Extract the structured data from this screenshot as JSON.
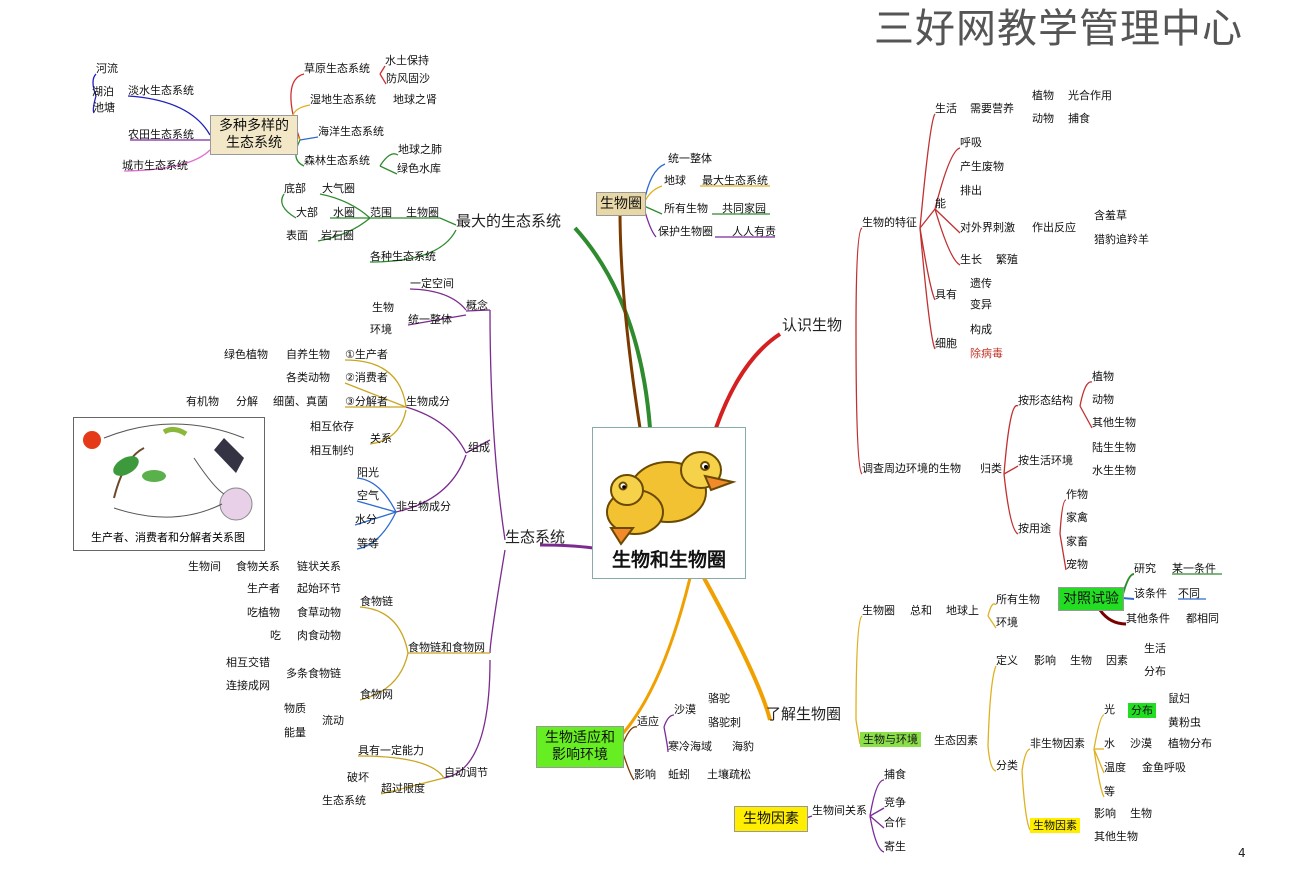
{
  "header": {
    "watermark": "三好网教学管理中心",
    "page_number": "4"
  },
  "center": {
    "title": "生物和生物圈"
  },
  "boxes": {
    "ecosystems": "多种多样的\n生态系统",
    "biosphere": "生物圈",
    "experiment": "对照试验",
    "adaptation": "生物适应和\n影响环境",
    "biotic": "生物因素",
    "cycle_caption": "生产者、消费者和分解者关系图"
  },
  "hubs": {
    "largest": "最大的生态系统",
    "ecosystem": "生态系统",
    "know_bio": "认识生物",
    "know_biosphere": "了解生物圈"
  },
  "labels": {
    "grass_eco": "草原生态系统",
    "soil_water": "水土保持",
    "wind_sand": "防风固沙",
    "fresh_eco": "淡水生态系统",
    "river": "河流",
    "lake": "湖泊",
    "pond": "池塘",
    "wet_eco": "湿地生态系统",
    "kidney": "地球之肾",
    "ocean_eco": "海洋生态系统",
    "farm_eco": "农田生态系统",
    "forest_eco": "森林生态系统",
    "lung": "地球之肺",
    "green_res": "绿色水库",
    "city_eco": "城市生态系统",
    "bottom": "底部",
    "atmos": "大气圈",
    "most": "大部",
    "hydro": "水圈",
    "surface": "表面",
    "litho": "岩石圈",
    "range": "范围",
    "bio_sphere": "生物圈",
    "all_eco": "各种生态系统",
    "one_whole": "统一整体",
    "earth": "地球",
    "largest_eco": "最大生态系统",
    "all_life": "所有生物",
    "common_home": "共同家园",
    "protect": "保护生物圈",
    "duty": "人人有责",
    "space": "一定空间",
    "concept": "概念",
    "organism": "生物",
    "unity": "统一整体",
    "env": "环境",
    "green_plant": "绿色植物",
    "autotroph": "自养生物",
    "producer": "①生产者",
    "animals": "各类动物",
    "consumer": "②消费者",
    "organic": "有机物",
    "decompose": "分解",
    "fungi": "细菌、真菌",
    "decomposer": "③分解者",
    "bio_comp": "生物成分",
    "depend": "相互依存",
    "relation": "关系",
    "restrict": "相互制约",
    "compose": "组成",
    "sun": "阳光",
    "air": "空气",
    "water": "水分",
    "etc": "等等",
    "abio_comp": "非生物成分",
    "between": "生物间",
    "food_rel": "食物关系",
    "chain_rel": "链状关系",
    "producer2": "生产者",
    "start": "起始环节",
    "eat_plant": "吃植物",
    "herbivore": "食草动物",
    "eat": "吃",
    "carnivore": "肉食动物",
    "food_chain": "食物链",
    "chain_web": "食物链和食物网",
    "cross": "相互交错",
    "multi_chain": "多条食物链",
    "connect": "连接成网",
    "food_web": "食物网",
    "matter": "物质",
    "flow": "流动",
    "energy": "能量",
    "capacity": "具有一定能力",
    "self_reg": "自动调节",
    "destroy": "破坏",
    "exceed": "超过限度",
    "eco_sys": "生态系统",
    "life": "生活",
    "need_nutr": "需要营养",
    "plant": "植物",
    "photo": "光合作用",
    "animal": "动物",
    "prey": "捕食",
    "breath": "呼吸",
    "waste": "产生废物",
    "excrete": "排出",
    "can": "能",
    "stimulus": "对外界刺激",
    "respond": "作出反应",
    "mimosa": "含羞草",
    "cheetah": "猎豹追羚羊",
    "grow": "生长",
    "breed": "繁殖",
    "feature": "生物的特征",
    "have": "具有",
    "heredity": "遗传",
    "variation": "变异",
    "cell": "细胞",
    "consist": "构成",
    "virus": "除病毒",
    "by_shape": "按形态结构",
    "plant2": "植物",
    "animal2": "动物",
    "other_bio": "其他生物",
    "by_env": "按生活环境",
    "land_bio": "陆生生物",
    "water_bio": "水生生物",
    "classify": "归类",
    "survey": "调查周边环境的生物",
    "crop": "作物",
    "poultry": "家禽",
    "livestock": "家畜",
    "pet": "宠物",
    "by_use": "按用途",
    "research": "研究",
    "one_cond": "某一条件",
    "that_cond": "该条件",
    "differ": "不同",
    "other_cond": "其他条件",
    "all_same": "都相同",
    "bsphere": "生物圈",
    "total": "总和",
    "on_earth": "地球上",
    "all_bio2": "所有生物",
    "env2": "环境",
    "define": "定义",
    "influence": "影响",
    "bio3": "生物",
    "factor": "因素",
    "life2": "生活",
    "distrib": "分布",
    "bio_env": "生物与环境",
    "eco_factor": "生态因素",
    "light": "光",
    "distrib2": "分布",
    "woodlouse": "鼠妇",
    "mealworm": "黄粉虫",
    "water2": "水",
    "desert": "沙漠",
    "plant_dist": "植物分布",
    "temp": "温度",
    "goldfish": "金鱼呼吸",
    "etc2": "等",
    "abiotic": "非生物因素",
    "classify2": "分类",
    "influence2": "影响",
    "bio4": "生物",
    "biotic_f": "生物因素",
    "other_bio2": "其他生物",
    "adapt": "适应",
    "desert2": "沙漠",
    "camel": "骆驼",
    "camelthorn": "骆驼刺",
    "cold_sea": "寒冷海域",
    "seal": "海豹",
    "affect": "影响",
    "earthworm": "蚯蚓",
    "loose_soil": "土壤疏松",
    "bio_rel": "生物间关系",
    "predation": "捕食",
    "compete": "竞争",
    "cooperate": "合作",
    "parasite": "寄生"
  },
  "colors": {
    "green_branch": "#2e8b2e",
    "red_branch": "#d42020",
    "orange_branch": "#f0a000",
    "purple_branch": "#7b2b8e",
    "biosphere_box": "#e8d8a8",
    "experiment_box": "#22dd22",
    "adapt_box": "#66ee22",
    "biotic_box": "#ffee00",
    "distrib_highlight": "#22dd22"
  }
}
